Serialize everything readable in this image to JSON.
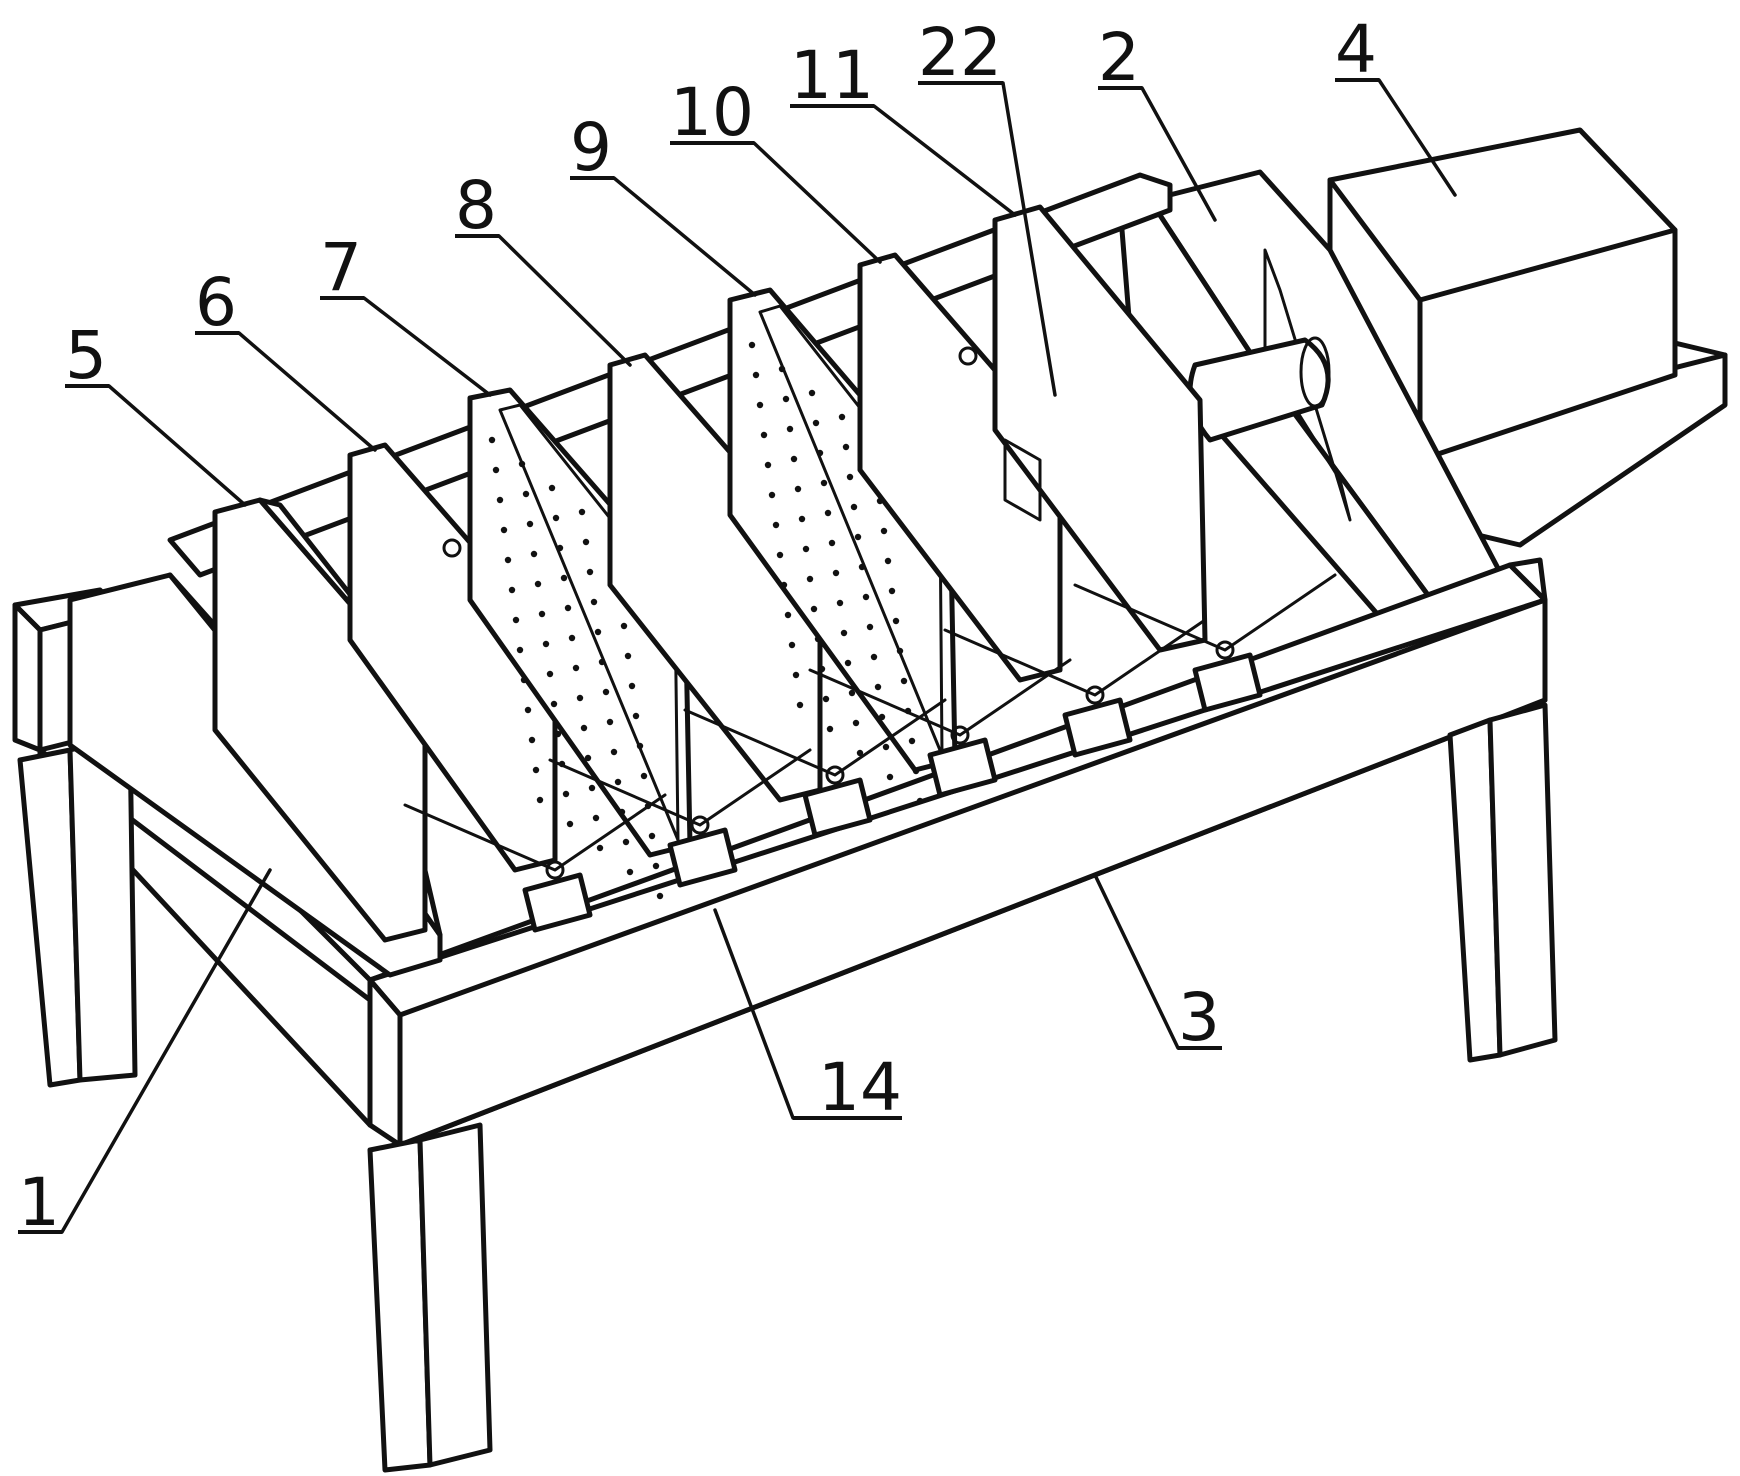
{
  "callouts": [
    {
      "id": "1",
      "label": "1"
    },
    {
      "id": "2",
      "label": "2"
    },
    {
      "id": "3",
      "label": "3"
    },
    {
      "id": "4",
      "label": "4"
    },
    {
      "id": "5",
      "label": "5"
    },
    {
      "id": "6",
      "label": "6"
    },
    {
      "id": "7",
      "label": "7"
    },
    {
      "id": "8",
      "label": "8"
    },
    {
      "id": "9",
      "label": "9"
    },
    {
      "id": "10",
      "label": "10"
    },
    {
      "id": "11",
      "label": "11"
    },
    {
      "id": "22",
      "label": "22"
    },
    {
      "id": "14",
      "label": "14"
    }
  ]
}
